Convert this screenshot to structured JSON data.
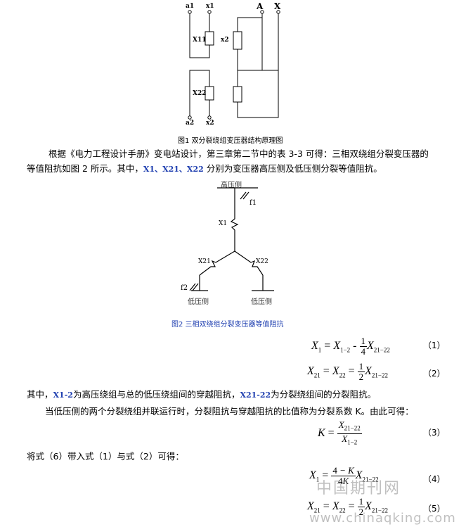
{
  "fig1": {
    "labels": {
      "a1": "a1",
      "x1": "x1",
      "A": "A",
      "X": "X",
      "X11": "X11",
      "X2": "x2",
      "X22": "X22",
      "a2": "a2",
      "x2b": "x2"
    },
    "caption": "图1  双分裂绕组变压器结构原理图"
  },
  "para1": "根据《电力工程设计手册》变电站设计，第三章第二节中的表 3-3 可得：三相双绕组分裂变压器的",
  "para1b_pre": "等值阻抗如图 2 所示。其中，",
  "para1b_vars": "X1、X21、X22",
  "para1b_post": " 分别为变压器高压侧及低压侧分裂等值阻抗。",
  "fig2": {
    "high_side": "高压侧",
    "f1": "f1",
    "x1": "X1",
    "x21": "X21",
    "x22": "X22",
    "f2": "f2",
    "low_left": "低压侧",
    "low_right": "低压侧",
    "caption": "图2  三相双绕组分裂变压器等值阻抗"
  },
  "equations": {
    "no1": "（1）",
    "no2": "（2）",
    "no3": "（3）",
    "no4": "（4）",
    "no5": "（5）"
  },
  "para2_pre": "其中，",
  "para2_v1": "X1-2",
  "para2_mid": "为高压绕组与总的低压绕组间的穿越阻抗，",
  "para2_v2": "X21-22",
  "para2_post": "为分裂绕组间的分裂阻抗。",
  "para3": "当低压侧的两个分裂绕组并联运行时，分裂阻抗与穿越阻抗的比值称为分裂系数 K。由此可得：",
  "para4": "将式（6）带入式（1）与式（2）可得：",
  "watermark": {
    "cn": "中国期刊网",
    "url": "www.chinaqking.com"
  }
}
